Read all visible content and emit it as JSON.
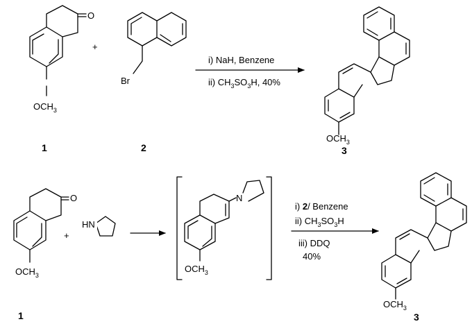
{
  "scheme": {
    "reaction1": {
      "reactant1": {
        "substituent_main": "OCH",
        "substituent_sub": "3",
        "carbonyl_label": "O",
        "compound_number": "1"
      },
      "plus_sign": "+",
      "reactant2": {
        "halide_label": "Br",
        "compound_number": "2"
      },
      "conditions": [
        {
          "text": "i) NaH, Benzene"
        },
        {
          "pre": "ii) CH",
          "sub1": "3",
          "mid": "SO",
          "sub2": "3",
          "post": "H, 40%"
        }
      ],
      "product": {
        "substituent_main": "OCH",
        "substituent_sub": "3",
        "compound_number": "3"
      }
    },
    "reaction2": {
      "reactant1": {
        "substituent_main": "OCH",
        "substituent_sub": "3",
        "carbonyl_label": "O",
        "compound_number": "1"
      },
      "plus_sign": "+",
      "reagent": {
        "amine_label": "HN"
      },
      "intermediate": {
        "nitrogen_label": "N",
        "substituent_main": "OCH",
        "substituent_sub": "3"
      },
      "conditions": {
        "step1": {
          "pre": "i) ",
          "bold": "2",
          "post": "/ Benzene"
        },
        "step2": {
          "pre": "ii) CH",
          "sub1": "3",
          "mid": "SO",
          "sub2": "3",
          "post": "H"
        },
        "step3": "iii) DDQ",
        "yield": "40%"
      },
      "product": {
        "substituent_main": "OCH",
        "substituent_sub": "3",
        "compound_number": "3"
      }
    }
  }
}
